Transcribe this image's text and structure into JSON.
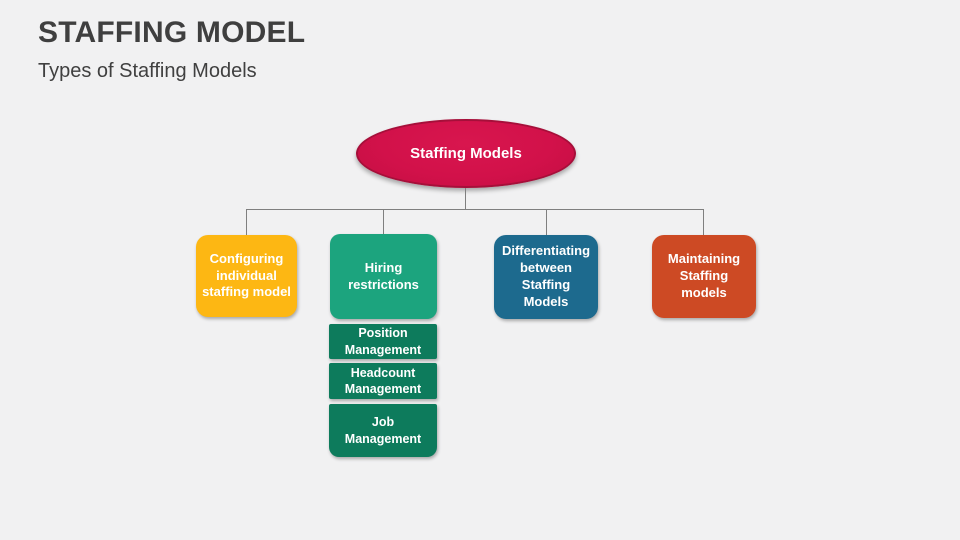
{
  "slide": {
    "title": "STAFFING MODEL",
    "subtitle": "Types of Staffing Models",
    "background_color": "#F1F1F2",
    "title_color": "#3F3F3F"
  },
  "diagram": {
    "connector_color": "#7F7F7F",
    "root": {
      "label": "Staffing Models",
      "fill": "#D2114A",
      "border_color": "#A60F3A",
      "text_color": "#FFFFFF"
    },
    "children": [
      {
        "label": "Configuring individual staffing model",
        "fill": "#FDB713",
        "text_color": "#FFFFFF"
      },
      {
        "label": "Hiring restrictions",
        "fill": "#1CA47E",
        "text_color": "#FFFFFF",
        "children": [
          {
            "label": "Position Management",
            "fill": "#0D7B5C",
            "text_color": "#FFFFFF"
          },
          {
            "label": "Headcount Management",
            "fill": "#0D7B5C",
            "text_color": "#FFFFFF"
          },
          {
            "label": "Job Management",
            "fill": "#0D7B5C",
            "text_color": "#FFFFFF"
          }
        ]
      },
      {
        "label": "Differentiating between Staffing Models",
        "fill": "#1D6A8E",
        "text_color": "#FFFFFF"
      },
      {
        "label": "Maintaining Staffing models",
        "fill": "#CD4A24",
        "text_color": "#FFFFFF"
      }
    ]
  }
}
